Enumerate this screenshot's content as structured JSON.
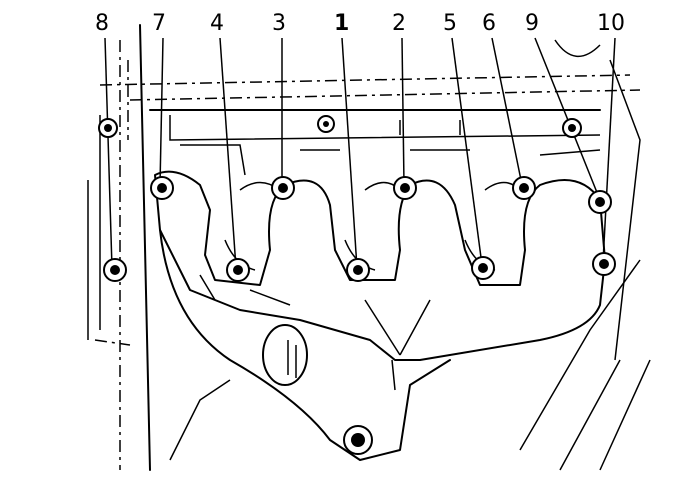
{
  "callouts": [
    {
      "id": "8",
      "label": "8"
    },
    {
      "id": "7",
      "label": "7"
    },
    {
      "id": "4",
      "label": "4"
    },
    {
      "id": "3",
      "label": "3"
    },
    {
      "id": "1",
      "label": "1"
    },
    {
      "id": "2",
      "label": "2"
    },
    {
      "id": "5",
      "label": "5"
    },
    {
      "id": "6",
      "label": "6"
    },
    {
      "id": "9",
      "label": "9"
    },
    {
      "id": "10",
      "label": "10"
    }
  ]
}
